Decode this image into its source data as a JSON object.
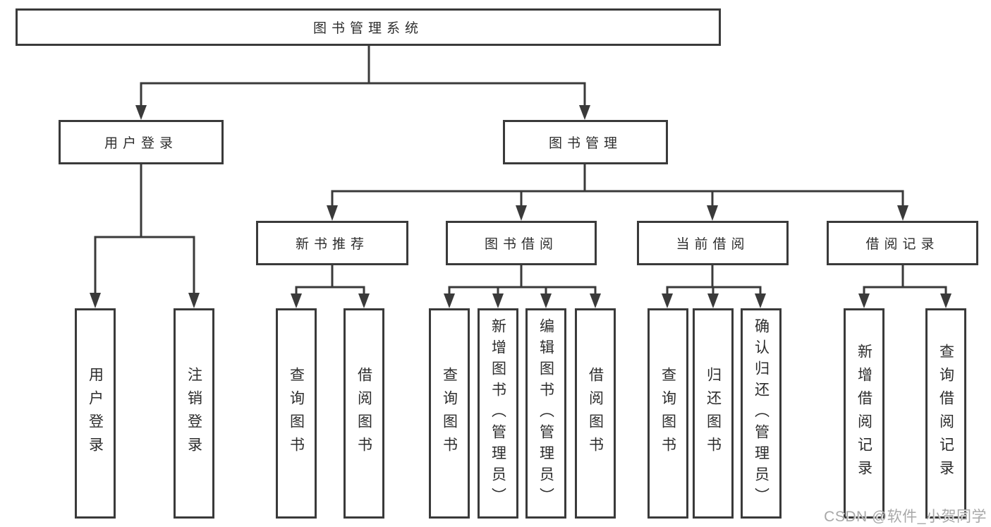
{
  "root": {
    "label": "图书管理系统"
  },
  "level2": [
    {
      "label": "用户登录"
    },
    {
      "label": "图书管理"
    }
  ],
  "level3": [
    {
      "label": "新书推荐"
    },
    {
      "label": "图书借阅"
    },
    {
      "label": "当前借阅"
    },
    {
      "label": "借阅记录"
    }
  ],
  "leaves": {
    "user_login": [
      {
        "label": "用户登录"
      },
      {
        "label": "注销登录"
      }
    ],
    "new_book_recommend": [
      {
        "label": "查询图书"
      },
      {
        "label": "借阅图书"
      }
    ],
    "book_borrowing": [
      {
        "label": "查询图书"
      },
      {
        "label": "新增图书（管理员）"
      },
      {
        "label": "编辑图书（管理员）"
      },
      {
        "label": "借阅图书"
      }
    ],
    "current_borrowing": [
      {
        "label": "查询图书"
      },
      {
        "label": "归还图书"
      },
      {
        "label": "确认归还（管理员）"
      }
    ],
    "borrowing_records": [
      {
        "label": "新增借阅记录"
      },
      {
        "label": "查询借阅记录"
      }
    ]
  },
  "watermark": {
    "text": "CSDN @软件_小贺同学"
  },
  "colors": {
    "line": "#3a3a3a",
    "border": "#3a3a3a",
    "background": "#ffffff",
    "text": "#2d2d2d",
    "watermark": "#a8a8a8"
  }
}
